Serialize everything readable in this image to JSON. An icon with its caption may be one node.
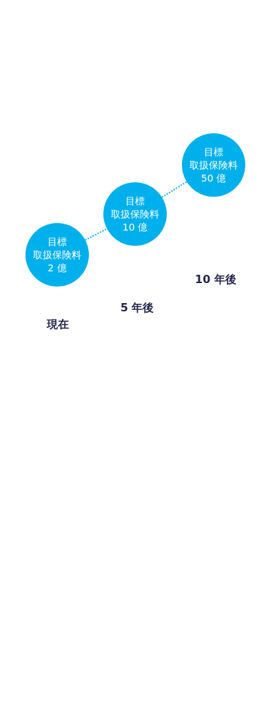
{
  "diagram": {
    "nodes": [
      {
        "text": [
          "目標",
          "取扱保険料",
          "2 億"
        ]
      },
      {
        "text": [
          "目標",
          "取扱保険料",
          "10 億"
        ]
      },
      {
        "text": [
          "目標",
          "取扱保険料",
          "50 億"
        ]
      }
    ],
    "labels": [
      "10 年後",
      "5 年後",
      "現在"
    ],
    "edges": [
      {
        "from": 0,
        "to": 1,
        "arrow": "none",
        "style": "dashed"
      },
      {
        "from": 1,
        "to": 2,
        "arrow": "none",
        "style": "dashed"
      }
    ]
  }
}
